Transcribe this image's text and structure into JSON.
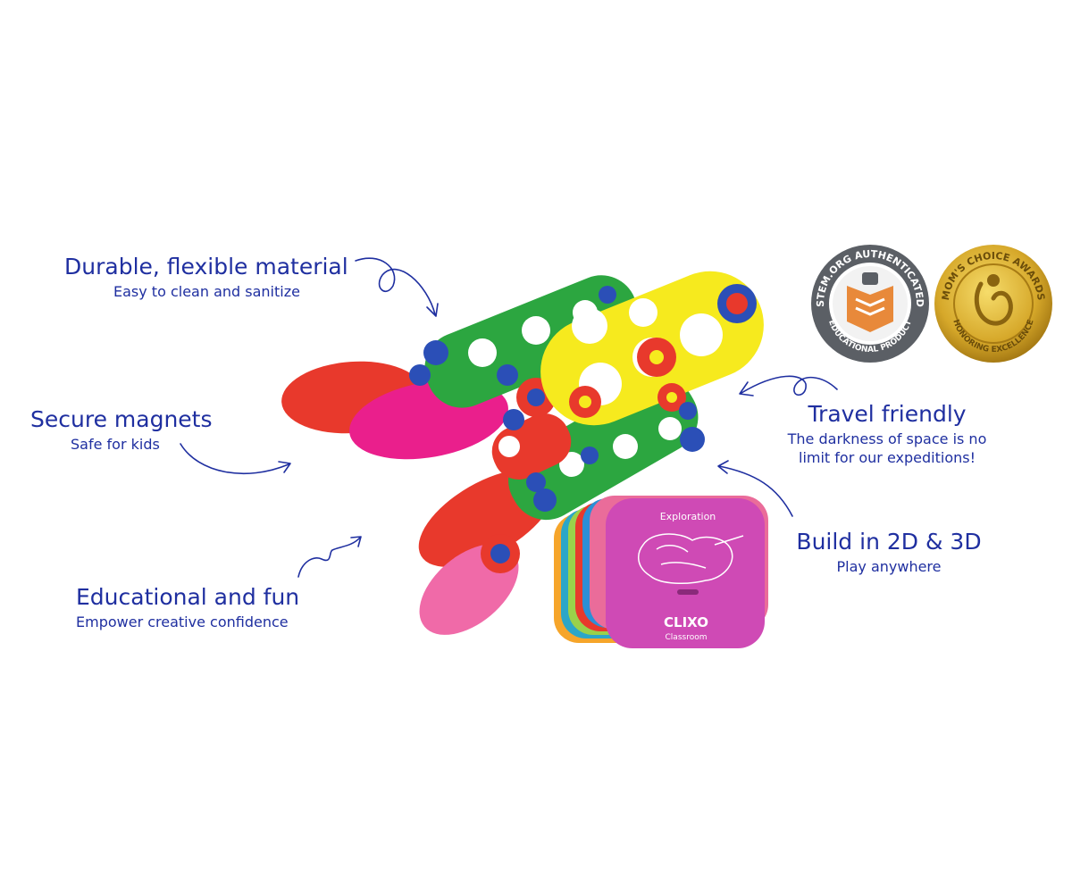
{
  "features": {
    "durable": {
      "title": "Durable, flexible material",
      "sub": "Easy to clean and sanitize"
    },
    "secure": {
      "title": "Secure magnets",
      "sub": "Safe for kids"
    },
    "educational": {
      "title": "Educational and fun",
      "sub": "Empower creative confidence"
    },
    "travel": {
      "title": "Travel friendly",
      "sub_line1": "The darkness of space is no",
      "sub_line2": "limit for our expeditions!"
    },
    "build": {
      "title": "Build in 2D & 3D",
      "sub": "Play anywhere"
    }
  },
  "badges": {
    "stemorg": {
      "top": "STEM.ORG AUTHENTICATED",
      "bottom": "EDUCATIONAL PRODUCT"
    },
    "moms_choice": {
      "top": "MOM'S CHOICE AWARDS",
      "bottom": "HONORING EXCELLENCE"
    }
  },
  "card": {
    "label": "Exploration",
    "brand": "CLIXO",
    "brand_sub": "Classroom"
  },
  "colors": {
    "text_blue": "#1f2fa0",
    "green": "#2ca640",
    "yellow": "#f6ea1e",
    "red": "#e8392c",
    "pink": "#ea1f8c",
    "blue": "#2b4fb7",
    "card_magenta": "#cf4ab5",
    "badge_gray": "#5b5f65",
    "badge_orange": "#e8893a",
    "gold": "#d6a82a"
  }
}
